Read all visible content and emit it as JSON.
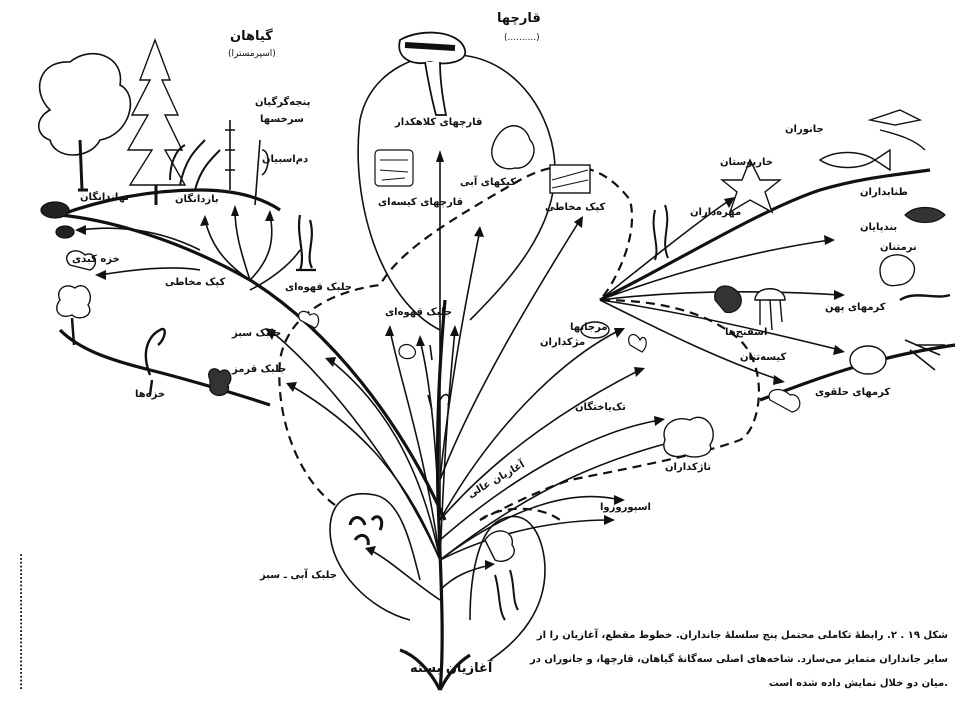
{
  "kingdoms": {
    "fungi": {
      "title": "قارچها",
      "subtitle": "(..........)"
    },
    "plants": {
      "title": "گیاهان",
      "subtitle": "(اسپرمسترا)"
    },
    "animals": {
      "title": "جانوران"
    }
  },
  "labels": {
    "root": "آغازیان بسته",
    "advanced_protists": "آغازیان عالی",
    "blue_green_algae": "جلبک آبی ـ سبز",
    "green_algae": "جلبک سبز",
    "red_algae": "جلبک قرمز",
    "brown_algae": "جلبک قهوه‌ای",
    "mosses": "خزه‌ها",
    "club_fungi": "قارچهای کلاهکدار",
    "ascomycetes": "قارچهای کیسه‌ای",
    "water_molds": "کپکهای آبی",
    "slime_molds": "کپک مخاطی",
    "sponges": "اسفنج‌ها",
    "flatworms": "کرمهای پهن",
    "roundworms": "کرمهای حلقوی",
    "ciliates": "مژکداران",
    "sporozoa": "اسپوروزوا",
    "flagellates": "تاژکداران",
    "echinoderms": "خارپوستان",
    "arthropods": "بندپایان",
    "mollusks": "نرمتنان",
    "chordates": "طنابداران",
    "vertebrates": "مهره‌داران",
    "ferns": "سرخسها",
    "horsetails": "دم‌اسبیان",
    "club_mosses": "پنجه‌گرگیان",
    "gymnosperms": "بازدانگان",
    "angiosperms": "نهاندانگان",
    "liverworts": "خزه کبدی",
    "protozoa": "تک‌یاختگان",
    "coelenterates": "کیسه‌تنان",
    "cnidarians": "مرجانها"
  },
  "margin_note": "....................................",
  "caption": {
    "line1": "شکل ۱۹ . ۲. رابطهٔ تکاملی محتمل پنج سلسلهٔ جانداران. خطوط مقطع، آغازیان را از",
    "line2": "سایر جانداران متمایز می‌سازد. شاخه‌های اصلی سه‌گانهٔ گیاهان، قارچها، و جانوران در",
    "line3": "میان دو خلال نمایش داده شده است."
  }
}
